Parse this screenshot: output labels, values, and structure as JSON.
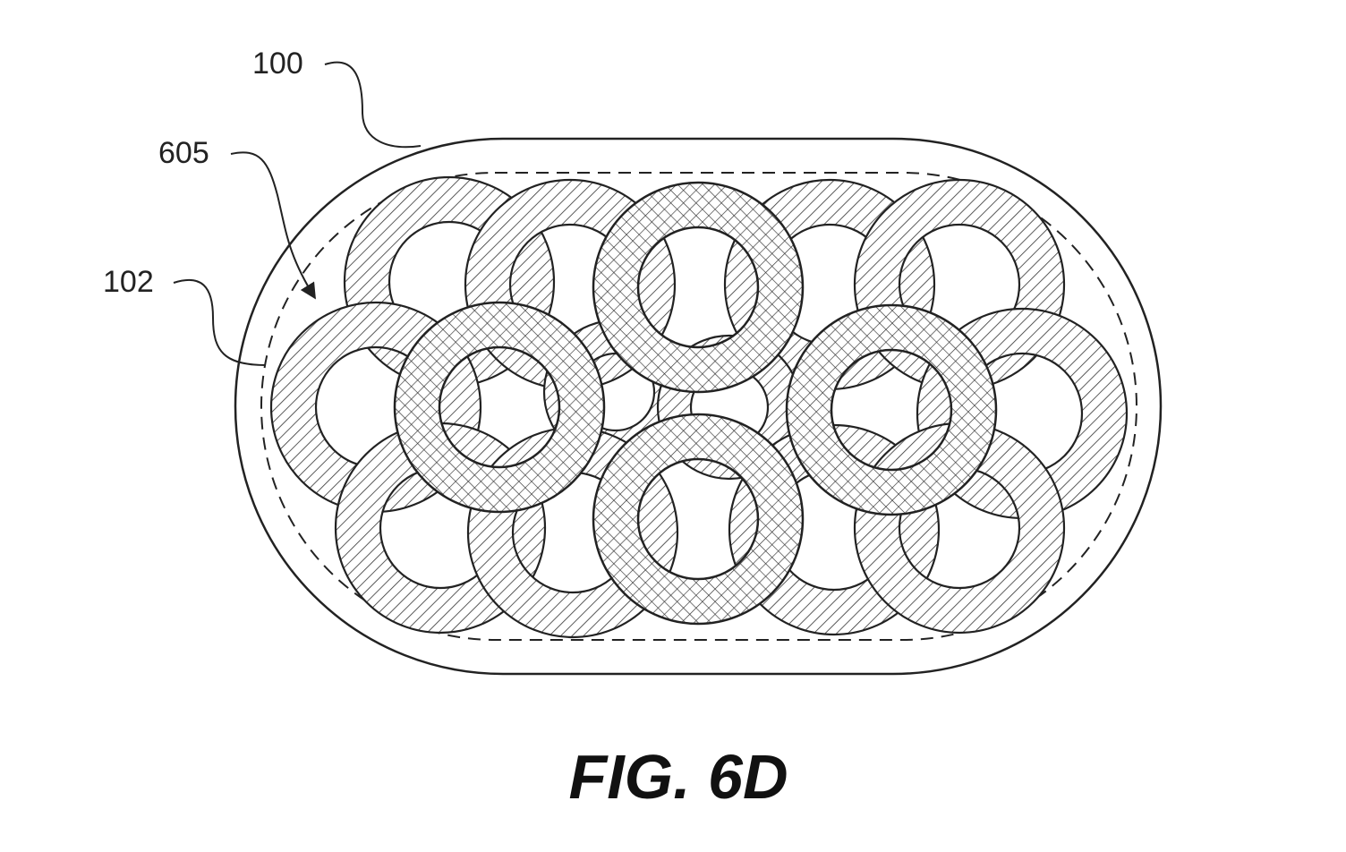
{
  "figure": {
    "caption": "FIG. 6D",
    "labels": {
      "outer_jacket": "100",
      "inner_sheath": "102",
      "ring_bundle": "605"
    }
  },
  "style": {
    "line_color": "#222222",
    "background": "#ffffff"
  }
}
